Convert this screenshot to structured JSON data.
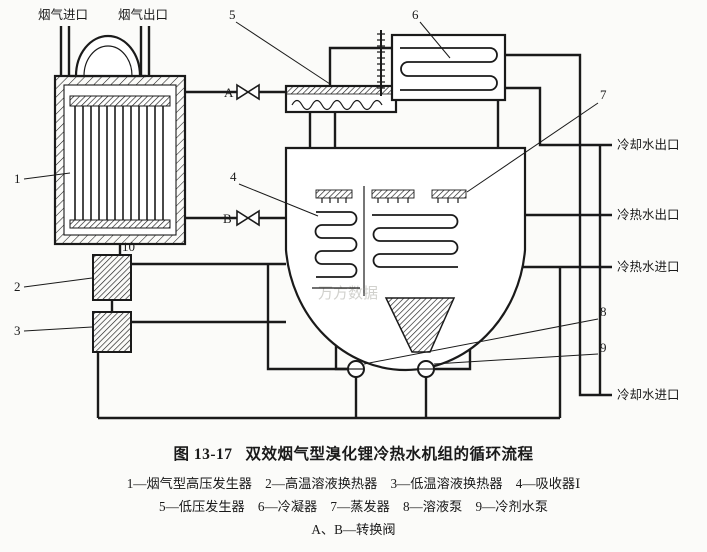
{
  "figure": {
    "number": "图 13-17",
    "title": "双效烟气型溴化锂冷热水机组的循环流程",
    "legend_line1": "1—烟气型高压发生器　2—高温溶液换热器　3—低温溶液换热器　4—吸收器Ⅰ",
    "legend_line2": "5—低压发生器　6—冷凝器　7—蒸发器　8—溶液泵　9—冷剂水泵",
    "legend_line3": "A、B—转换阀"
  },
  "pipe_labels": {
    "flue_gas_inlet": "烟气进口",
    "flue_gas_outlet": "烟气出口",
    "cooling_water_outlet": "冷却水出口",
    "chilled_hot_water_outlet": "冷热水出口",
    "chilled_hot_water_inlet": "冷热水进口",
    "cooling_water_inlet": "冷却水进口"
  },
  "callouts": {
    "c1": "1",
    "c2": "2",
    "c3": "3",
    "c4": "4",
    "c5": "5",
    "c6": "6",
    "c7": "7",
    "c8": "8",
    "c9": "9",
    "c10": "10",
    "valve_a": "A",
    "valve_b": "B"
  },
  "watermark": "万方数据",
  "colors": {
    "line": "#1a1a1a",
    "background": "#fbfbf9"
  }
}
